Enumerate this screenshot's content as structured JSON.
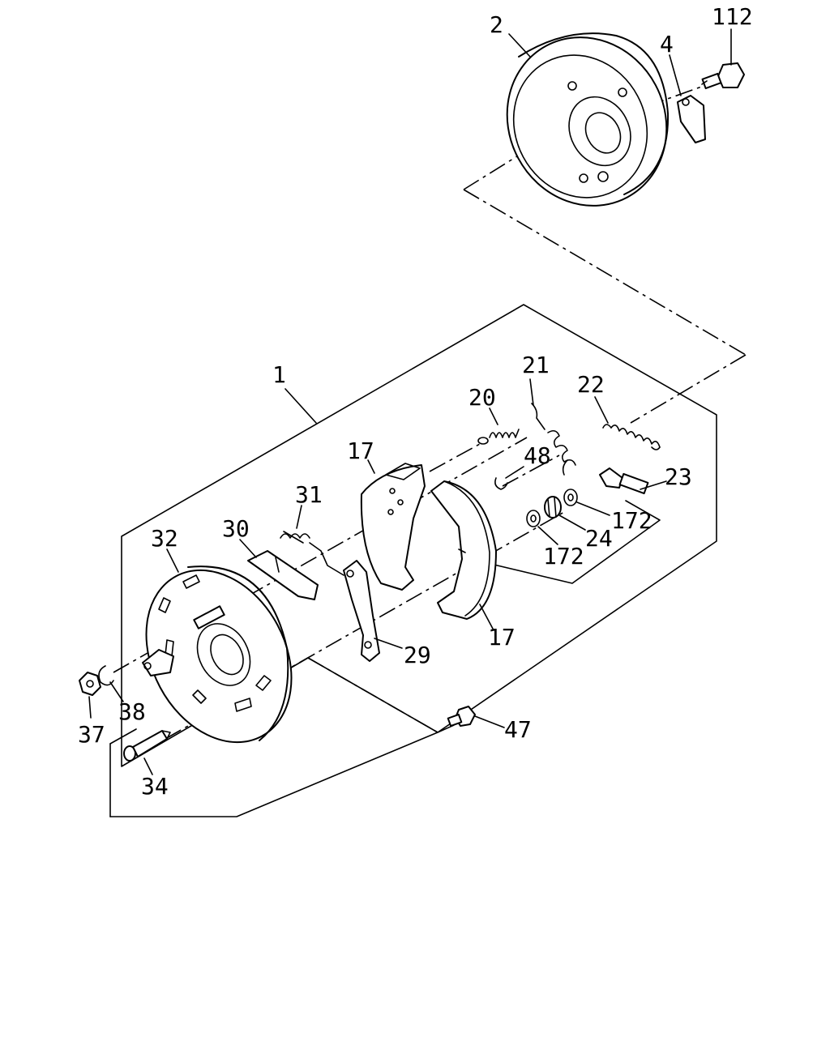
{
  "diagram": {
    "parts": [
      {
        "id": "p1",
        "label": "1",
        "name": "brake-assembly-callout"
      },
      {
        "id": "p2",
        "label": "2",
        "name": "brake-drum"
      },
      {
        "id": "p4",
        "label": "4",
        "name": "bracket"
      },
      {
        "id": "p112",
        "label": "112",
        "name": "drum-bolt"
      },
      {
        "id": "p17a",
        "label": "17",
        "name": "brake-shoe-upper"
      },
      {
        "id": "p17b",
        "label": "17",
        "name": "brake-shoe-lower"
      },
      {
        "id": "p20",
        "label": "20",
        "name": "return-spring-20"
      },
      {
        "id": "p21",
        "label": "21",
        "name": "return-spring-21"
      },
      {
        "id": "p22",
        "label": "22",
        "name": "adjuster-spring"
      },
      {
        "id": "p23",
        "label": "23",
        "name": "adjuster-screw"
      },
      {
        "id": "p48",
        "label": "48",
        "name": "clip"
      },
      {
        "id": "p172a",
        "label": "172",
        "name": "washer-upper"
      },
      {
        "id": "p24",
        "label": "24",
        "name": "adjuster-nut"
      },
      {
        "id": "p172b",
        "label": "172",
        "name": "washer-lower"
      },
      {
        "id": "p31",
        "label": "31",
        "name": "lever-spring"
      },
      {
        "id": "p30",
        "label": "30",
        "name": "strut"
      },
      {
        "id": "p32",
        "label": "32",
        "name": "backing-plate"
      },
      {
        "id": "p29",
        "label": "29",
        "name": "parking-lever"
      },
      {
        "id": "p47",
        "label": "47",
        "name": "bleeder-screw"
      },
      {
        "id": "p37",
        "label": "37",
        "name": "nut"
      },
      {
        "id": "p38",
        "label": "38",
        "name": "snap-ring"
      },
      {
        "id": "p34",
        "label": "34",
        "name": "pin"
      }
    ]
  }
}
